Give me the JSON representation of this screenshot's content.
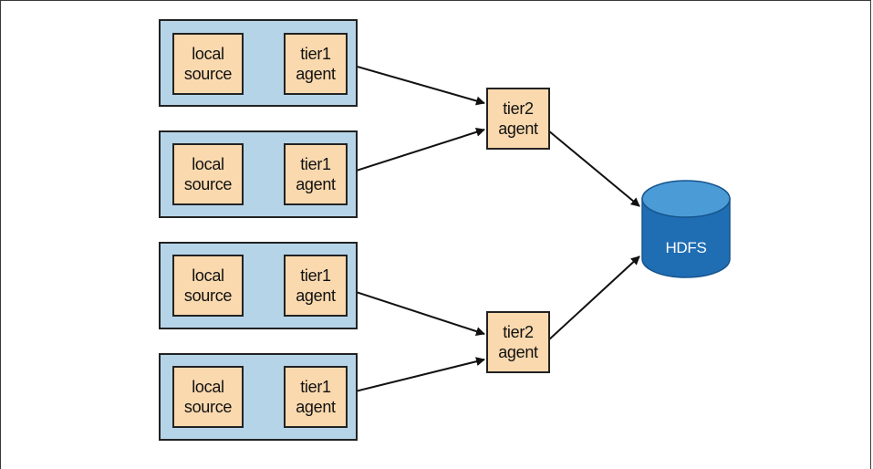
{
  "colors": {
    "group_fill": "#b6d4e8",
    "node_fill": "#fad9ae",
    "stroke": "#222222",
    "hdfs_body": "#1f6db3",
    "hdfs_top": "#4b9bd6"
  },
  "diagram": {
    "groups": [
      {
        "source": [
          "local",
          "source"
        ],
        "agent": [
          "tier1",
          "agent"
        ]
      },
      {
        "source": [
          "local",
          "source"
        ],
        "agent": [
          "tier1",
          "agent"
        ]
      },
      {
        "source": [
          "local",
          "source"
        ],
        "agent": [
          "tier1",
          "agent"
        ]
      },
      {
        "source": [
          "local",
          "source"
        ],
        "agent": [
          "tier1",
          "agent"
        ]
      }
    ],
    "aggregators": [
      {
        "label": [
          "tier2",
          "agent"
        ]
      },
      {
        "label": [
          "tier2",
          "agent"
        ]
      }
    ],
    "sink": {
      "label": "HDFS",
      "icon": "database-cylinder-icon"
    }
  }
}
